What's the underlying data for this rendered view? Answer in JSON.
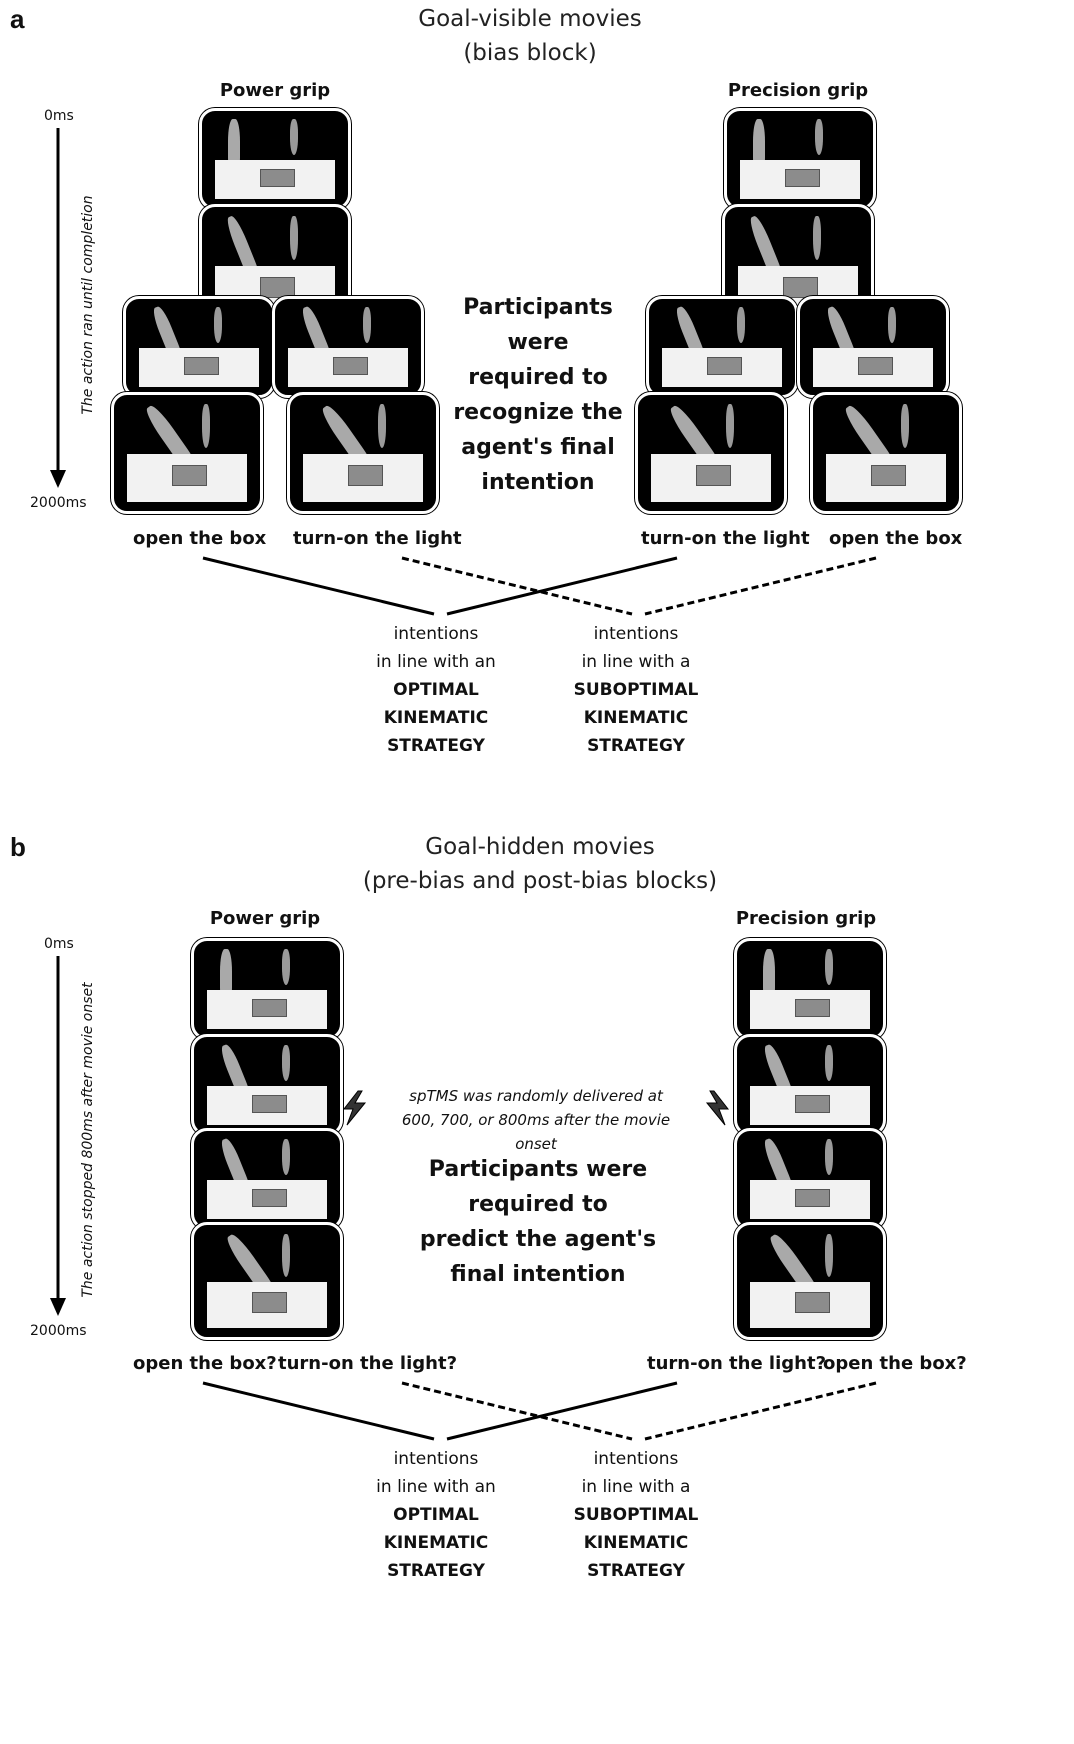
{
  "panel_a": {
    "letter": "a",
    "title_line1": "Goal-visible movies",
    "title_line2": "(bias block)",
    "grip_left": "Power grip",
    "grip_right": "Precision grip",
    "time_start": "0ms",
    "time_end": "2000ms",
    "time_axis_label": "The action ran until completion",
    "center_lines": [
      "Participants were",
      "required to",
      "recognize the",
      "agent's final",
      "intention"
    ],
    "actions": [
      "open the box",
      "turn-on the light",
      "turn-on the light",
      "open the box"
    ],
    "intent_optimal": {
      "line1": "intentions",
      "line2": "in line with an",
      "bold1": "OPTIMAL",
      "bold2": "KINEMATIC",
      "bold3": "STRATEGY"
    },
    "intent_suboptimal": {
      "line1": "intentions",
      "line2": "in line with a",
      "bold1": "SUBOPTIMAL",
      "bold2": "KINEMATIC",
      "bold3": "STRATEGY"
    }
  },
  "panel_b": {
    "letter": "b",
    "title_line1": "Goal-hidden movies",
    "title_line2": "(pre-bias  and post-bias blocks)",
    "grip_left": "Power grip",
    "grip_right": "Precision grip",
    "time_start": "0ms",
    "time_end": "2000ms",
    "time_axis_label": "The action stopped 800ms after movie onset",
    "tms_line1": "spTMS was randomly delivered at",
    "tms_line2": "600, 700, or 800ms after the movie onset",
    "center_lines": [
      "Participants were",
      "required to",
      "predict the agent's",
      "final intention"
    ],
    "actions": [
      "open the box?",
      "turn-on the light?",
      "turn-on the light?",
      "open the box?"
    ],
    "intent_optimal": {
      "line1": "intentions",
      "line2": "in line with an",
      "bold1": "OPTIMAL",
      "bold2": "KINEMATIC",
      "bold3": "STRATEGY"
    },
    "intent_suboptimal": {
      "line1": "intentions",
      "line2": "in line with a",
      "bold1": "SUBOPTIMAL",
      "bold2": "KINEMATIC",
      "bold3": "STRATEGY"
    }
  }
}
